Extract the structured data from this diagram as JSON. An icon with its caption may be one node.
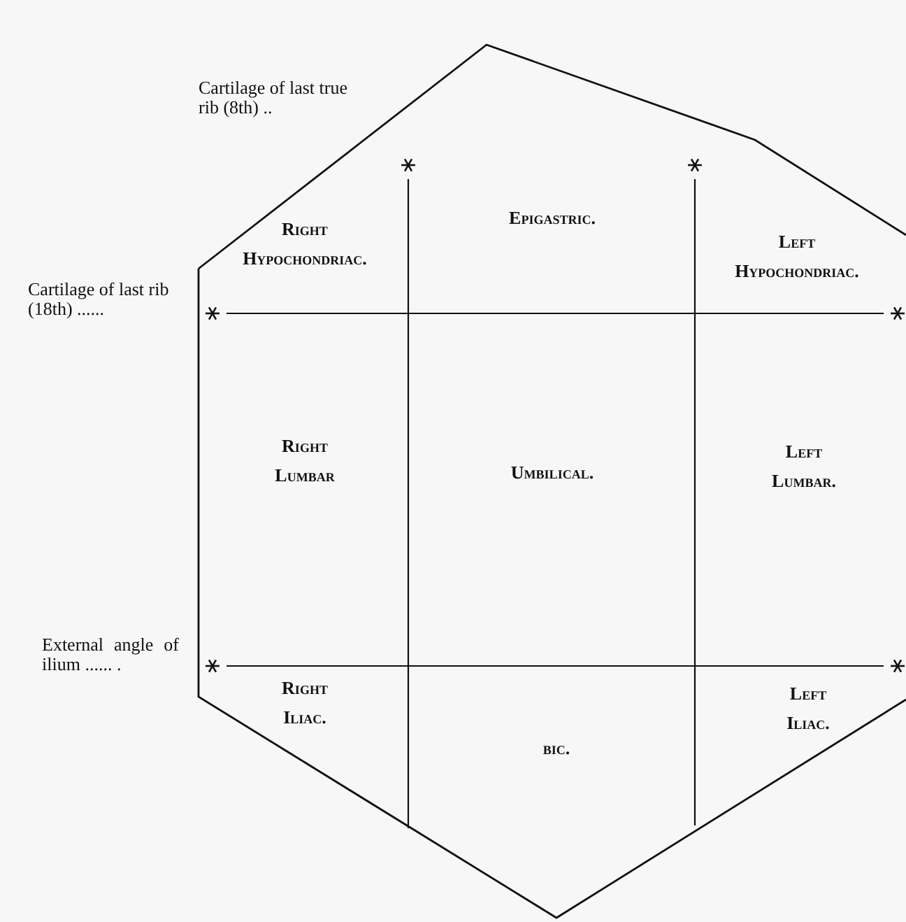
{
  "diagram": {
    "labels": [
      "Cartilage of last true rib (8th) ..",
      "Right Hypochondriac.",
      "Epigastric.",
      "Left Hypochondriac.",
      "Cartilage of last rib (18th) ......",
      "Right Lumbar",
      "Umbilical.",
      "Left Lumbar.",
      "External angle of ilium ...... .",
      "Right Iliac.",
      "bic.",
      "Left Iliac."
    ]
  }
}
